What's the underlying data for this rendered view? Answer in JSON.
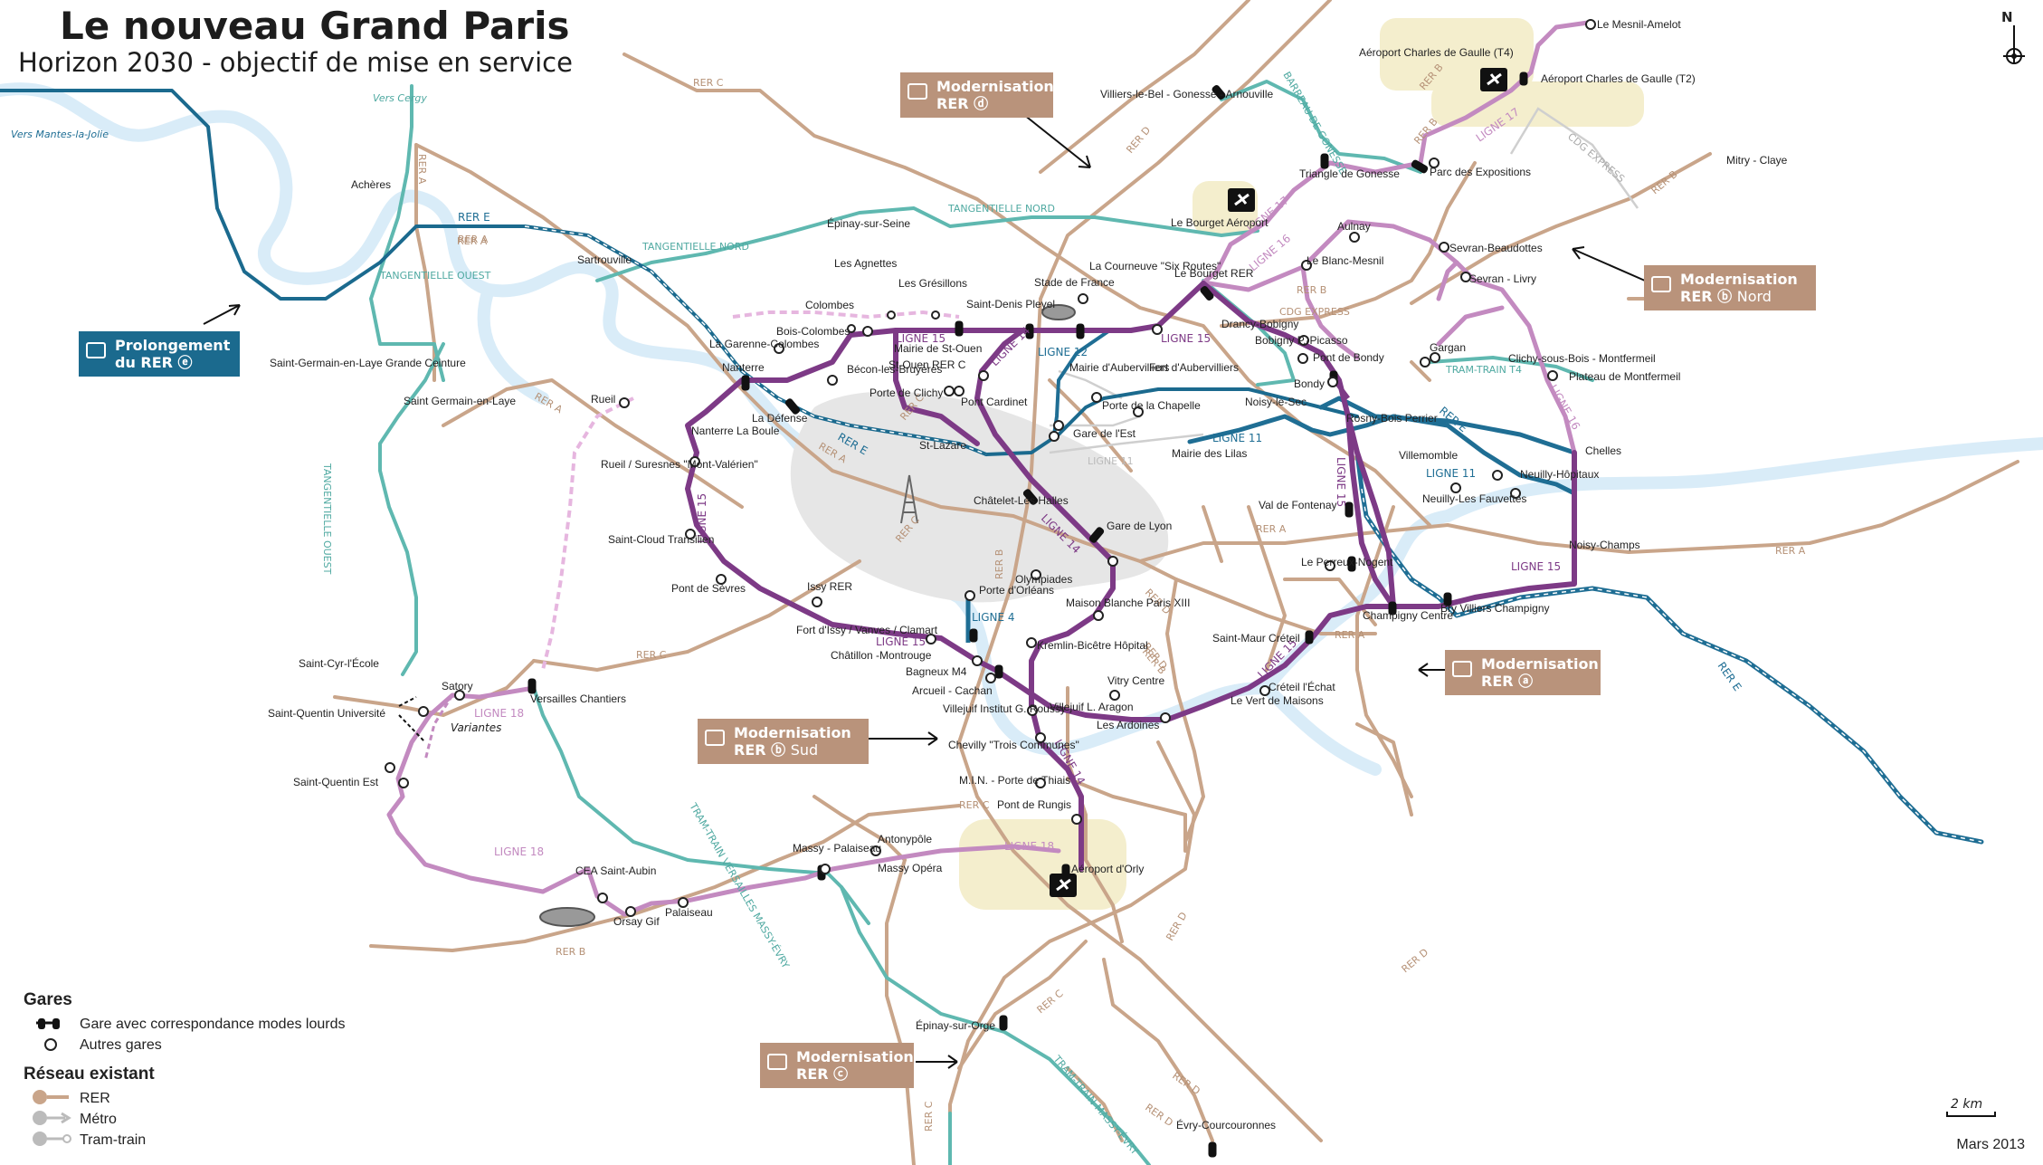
{
  "header": {
    "title": "Le nouveau Grand Paris",
    "subtitle": "Horizon 2030 - objectif de mise en service"
  },
  "north_label": "N",
  "scale_label": "2 km",
  "date_label": "Mars 2013",
  "boxes": {
    "rer_d": {
      "l1": "Modernisation",
      "l2": "RER ⓓ",
      "sub": ""
    },
    "rer_b_nord": {
      "l1": "Modernisation",
      "l2": "RER ⓑ",
      "sub": "Nord"
    },
    "rer_e": {
      "l1": "Prolongement",
      "l2": "du RER ⓔ",
      "sub": ""
    },
    "rer_a": {
      "l1": "Modernisation",
      "l2": "RER ⓐ",
      "sub": ""
    },
    "rer_b_sud": {
      "l1": "Modernisation",
      "l2": "RER ⓑ",
      "sub": "Sud"
    },
    "rer_c": {
      "l1": "Modernisation",
      "l2": "RER ⓒ",
      "sub": ""
    }
  },
  "legend": {
    "gares_title": "Gares",
    "gare_corresp": "Gare avec correspondance modes lourds",
    "autres_gares": "Autres gares",
    "reseau_title": "Réseau existant",
    "rer": "RER",
    "metro": "Métro",
    "tramtrain": "Tram-train"
  },
  "colors": {
    "ligne15": "#7d3a86",
    "ligne14": "#7d3a86",
    "ligne16_17_18": "#c38ac0",
    "ligne11": "#1f6e94",
    "rer": "#c9a58a",
    "tangentielle": "#5fb8b0",
    "seine": "#d6ebf7",
    "paris": "#e4e4e4",
    "airport": "#f3ecc9"
  },
  "line_labels": [
    "LIGNE 15",
    "LIGNE 15",
    "LIGNE 15",
    "LIGNE 15",
    "LIGNE 15",
    "LIGNE 15",
    "LIGNE 15",
    "LIGNE 14",
    "LIGNE 14",
    "LIGNE 14",
    "LIGNE 16",
    "LIGNE 16",
    "LIGNE 17",
    "LIGNE 17",
    "LIGNE 18",
    "LIGNE 18",
    "LIGNE 18",
    "LIGNE 11",
    "LIGNE 11",
    "LIGNE 11",
    "LIGNE 12",
    "LIGNE 4"
  ],
  "line_label_texts": {
    "l15": "LIGNE 15",
    "l14": "LIGNE 14",
    "l16": "LIGNE 16",
    "l17": "LIGNE 17",
    "l18": "LIGNE 18",
    "l11": "LIGNE 11",
    "l12": "LIGNE 12",
    "l4": "LIGNE 4"
  },
  "rer_labels": {
    "rer_a": "RER A",
    "rer_b": "RER B",
    "rer_c": "RER C",
    "rer_d": "RER D",
    "rer_e": "RER E",
    "cdg_express": "CDG EXPRESS",
    "cdg_express2": "CDG EXPRESS",
    "tang_nord": "TANGENTIELLE NORD",
    "tang_nord2": "TANGENTIELLE NORD",
    "tang_ouest": "TANGENTIELLE OUEST",
    "tang_ouest2": "TANGENTIELLE OUEST",
    "tram_train_massy": "TRAM-TRAIN MASSY-ÉVRY",
    "tram_train_vm": "TRAM-TRAIN VERSAILLES MASSY-ÉVRY",
    "tram_train_t4": "TRAM-TRAIN T4",
    "vers_cergy": "Vers Cergy",
    "vers_mantes": "Vers Mantes-la-Jolie",
    "variantes": "Variantes",
    "barreau": "BARREAU DE GONESSE"
  },
  "stations": [
    {
      "name": "Le Mesnil-Amelot"
    },
    {
      "name": "Aéroport Charles de Gaulle (T4)"
    },
    {
      "name": "Aéroport Charles de Gaulle (T2)"
    },
    {
      "name": "Mitry - Claye"
    },
    {
      "name": "Villiers-le-Bel - Gonesse - Arnouville"
    },
    {
      "name": "Triangle de Gonesse"
    },
    {
      "name": "Parc des Expositions"
    },
    {
      "name": "Le Bourget Aéroport"
    },
    {
      "name": "Aulnay"
    },
    {
      "name": "Sevran-Beaudottes"
    },
    {
      "name": "Sevran - Livry"
    },
    {
      "name": "Le Blanc-Mesnil"
    },
    {
      "name": "Le Bourget RER"
    },
    {
      "name": "Drancy-Bobigny"
    },
    {
      "name": "Bobigny P.-Picasso"
    },
    {
      "name": "Pont de Bondy"
    },
    {
      "name": "Bondy"
    },
    {
      "name": "Gargan"
    },
    {
      "name": "Clichy-sous-Bois - Montfermeil"
    },
    {
      "name": "Plateau de Montfermeil"
    },
    {
      "name": "Chelles"
    },
    {
      "name": "Rosny-Bois Perrier"
    },
    {
      "name": "Noisy-le-Sec"
    },
    {
      "name": "Villemomble"
    },
    {
      "name": "Neuilly-Hôpitaux"
    },
    {
      "name": "Neuilly-Les Fauvettes"
    },
    {
      "name": "Noisy-Champs"
    },
    {
      "name": "Val de Fontenay"
    },
    {
      "name": "Le Perreux-Nogent"
    },
    {
      "name": "Champigny Centre"
    },
    {
      "name": "Bry Villiers Champigny"
    },
    {
      "name": "Saint-Maur Créteil"
    },
    {
      "name": "Créteil l'Échat"
    },
    {
      "name": "Le Vert de Maisons"
    },
    {
      "name": "Les Ardoines"
    },
    {
      "name": "Vitry Centre"
    },
    {
      "name": "Villejuif L. Aragon"
    },
    {
      "name": "Villejuif Institut G. Roussy"
    },
    {
      "name": "Chevilly \"Trois Communes\""
    },
    {
      "name": "M.I.N. - Porte de Thiais"
    },
    {
      "name": "Pont de Rungis"
    },
    {
      "name": "Aéroport d'Orly"
    },
    {
      "name": "Kremlin-Bicêtre Hôpital"
    },
    {
      "name": "Maison Blanche Paris XIII"
    },
    {
      "name": "Olympiades"
    },
    {
      "name": "Gare de Lyon"
    },
    {
      "name": "Châtelet-Les Halles"
    },
    {
      "name": "St-Lazare"
    },
    {
      "name": "Gare de l'Est"
    },
    {
      "name": "Porte de la Chapelle"
    },
    {
      "name": "Mairie d'Aubervilliers"
    },
    {
      "name": "Fort d'Aubervilliers"
    },
    {
      "name": "Mairie des Lilas"
    },
    {
      "name": "Stade de France"
    },
    {
      "name": "La Courneuve \"Six Routes\""
    },
    {
      "name": "Saint-Denis Pleyel"
    },
    {
      "name": "Mairie de St-Ouen"
    },
    {
      "name": "St-Ouen RER C"
    },
    {
      "name": "Porte de Clichy"
    },
    {
      "name": "Pont Cardinet"
    },
    {
      "name": "Les Grésillons"
    },
    {
      "name": "Les Agnettes"
    },
    {
      "name": "Colombes"
    },
    {
      "name": "Bois-Colombes"
    },
    {
      "name": "Bécon-les-Bruyères"
    },
    {
      "name": "La Garenne-Colombes"
    },
    {
      "name": "Nanterre"
    },
    {
      "name": "La Défense"
    },
    {
      "name": "Nanterre La Boule"
    },
    {
      "name": "Rueil"
    },
    {
      "name": "Rueil / Suresnes \"Mont-Valérien\""
    },
    {
      "name": "Saint-Cloud Transilien"
    },
    {
      "name": "Pont de Sèvres"
    },
    {
      "name": "Issy RER"
    },
    {
      "name": "Fort d'Issy / Vanves / Clamart"
    },
    {
      "name": "Châtillon -Montrouge"
    },
    {
      "name": "Bagneux M4"
    },
    {
      "name": "Arcueil - Cachan"
    },
    {
      "name": "Porte d'Orléans"
    },
    {
      "name": "Épinay-sur-Seine"
    },
    {
      "name": "Sartrouville"
    },
    {
      "name": "Achères"
    },
    {
      "name": "Saint-Germain-en-Laye Grande Ceinture"
    },
    {
      "name": "Saint Germain-en-Laye"
    },
    {
      "name": "Saint-Cyr-l'École"
    },
    {
      "name": "Versailles Chantiers"
    },
    {
      "name": "Satory"
    },
    {
      "name": "Saint-Quentin Université"
    },
    {
      "name": "Saint-Quentin Est"
    },
    {
      "name": "CEA Saint-Aubin"
    },
    {
      "name": "Orsay Gif"
    },
    {
      "name": "Palaiseau"
    },
    {
      "name": "Massy - Palaiseau"
    },
    {
      "name": "Antonypôle"
    },
    {
      "name": "Massy Opéra"
    },
    {
      "name": "Épinay-sur-Orge"
    },
    {
      "name": "Évry-Courcouronnes"
    }
  ]
}
